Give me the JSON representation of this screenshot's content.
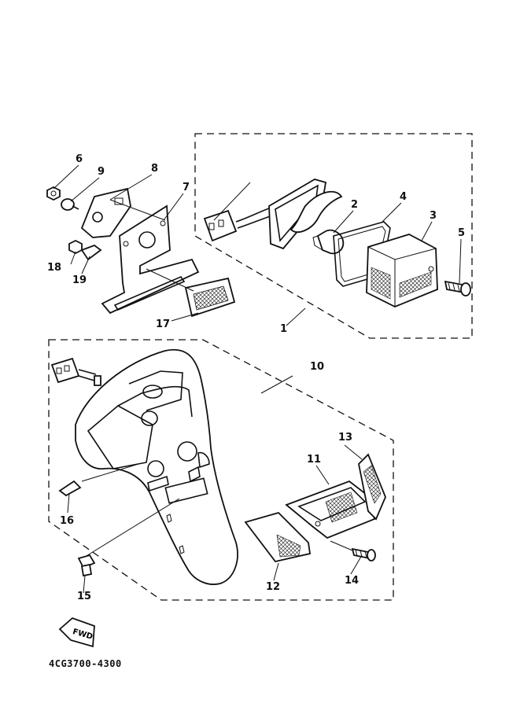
{
  "diagram_code": "4CG3700-4300",
  "fwd_label": "FWD",
  "callouts": {
    "c1": "1",
    "c2": "2",
    "c3": "3",
    "c4": "4",
    "c5": "5",
    "c6": "6",
    "c7": "7",
    "c8": "8",
    "c9": "9",
    "c10": "10",
    "c11": "11",
    "c12": "12",
    "c13": "13",
    "c14": "14",
    "c15": "15",
    "c16": "16",
    "c17": "17",
    "c18": "18",
    "c19": "19"
  }
}
